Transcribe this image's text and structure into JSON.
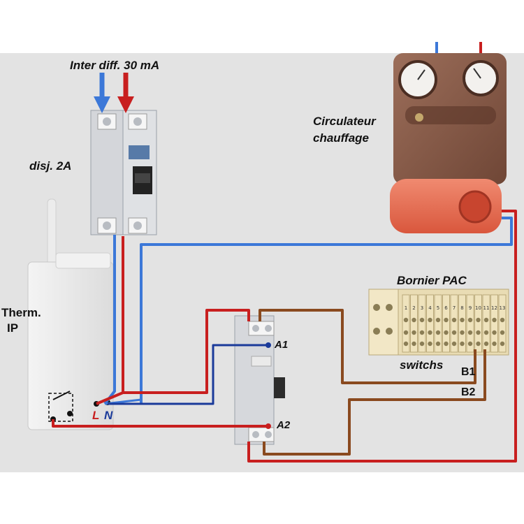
{
  "labels": {
    "inter_diff": "Inter diff. 30 mA",
    "disj": "disj.  2A",
    "circulateur_line1": "Circulateur",
    "circulateur_line2": "chauffage",
    "therm_line1": "Therm.",
    "therm_line2": "IP",
    "bornier": "Bornier PAC",
    "switchs": "switchs",
    "b1": "B1",
    "b2": "B2",
    "a1": "A1",
    "a2": "A2",
    "l": "L",
    "n": "N"
  },
  "colors": {
    "phase_wire": "#c81f1f",
    "neutral_wire": "#3c78d8",
    "contactor_wire": "#1a3a9a",
    "pac_wire": "#8a4a1f",
    "background": "#e3e3e3"
  },
  "terminal_numbers": [
    "1",
    "2",
    "3",
    "4",
    "5",
    "6",
    "7",
    "8",
    "9",
    "10",
    "11",
    "12",
    "13"
  ]
}
